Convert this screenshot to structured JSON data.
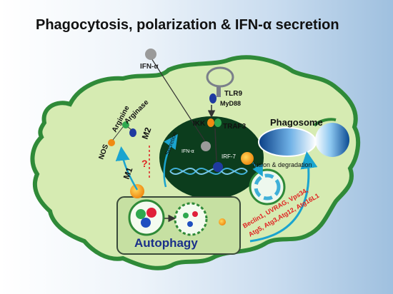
{
  "title": "Phagocytosis, polarization & IFN-α secretion",
  "labels": {
    "ifn_alpha_out": "IFN-α",
    "ifn_alpha_nucleus": "IFN-α",
    "tlr9": "TLR9",
    "myd88": "MyD88",
    "ikk": "IKK",
    "traf3": "TRAF3",
    "irf7": "IRF-7",
    "phagosome": "Phagosome",
    "arginine": "Arginine",
    "arginase": "Arginase",
    "nos": "NOS",
    "m1": "M1",
    "m2": "M2",
    "question": "?",
    "secretion": "Secretion",
    "fusion": "fusion & degradation",
    "autophagy": "Autophagy",
    "genes_line1": "Beclin1, UVRAG, Vps34,",
    "genes_line2": "Atg5, Atg3,Atg12, Atg16L1"
  },
  "colors": {
    "cell_fill": "#d6ebb2",
    "cell_border": "#2f8a38",
    "nucleus": "#0c3d1d",
    "arrow": "#1aa4cf",
    "genes_text": "#e02020",
    "question": "#e02020"
  }
}
